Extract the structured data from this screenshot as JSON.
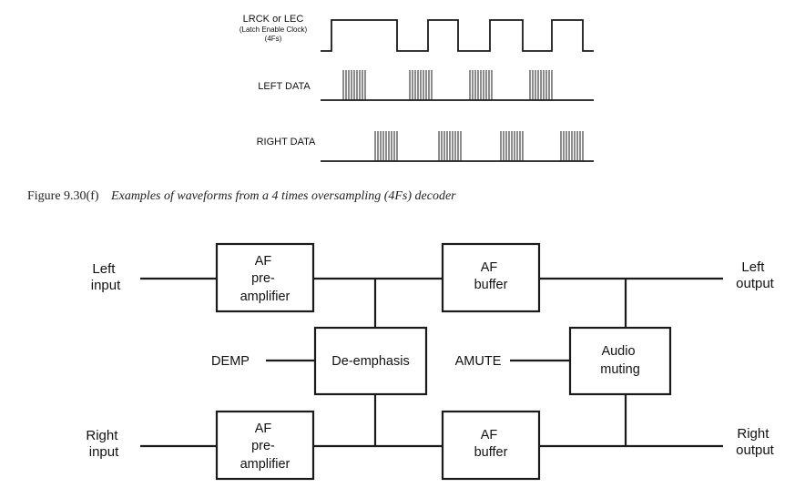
{
  "waveforms": {
    "lrck_label": "LRCK or LEC",
    "lrck_sub1": "(Latch Enable Clock)",
    "lrck_sub2": "(4Fs)",
    "left_label": "LEFT DATA",
    "right_label": "RIGHT DATA"
  },
  "caption": {
    "number": "Figure 9.30(f)",
    "text": "Examples of waveforms from a 4 times oversampling (4Fs) decoder"
  },
  "blocks": {
    "af_preamp_top": [
      "AF",
      "pre-",
      "amplifier"
    ],
    "af_buffer_top": [
      "AF",
      "buffer"
    ],
    "de_emphasis": "De-emphasis",
    "audio_muting": [
      "Audio",
      "muting"
    ],
    "af_preamp_bottom": [
      "AF",
      "pre-",
      "amplifier"
    ],
    "af_buffer_bottom": [
      "AF",
      "buffer"
    ]
  },
  "io": {
    "left_input": [
      "Left",
      "input"
    ],
    "right_input": [
      "Right",
      "input"
    ],
    "left_output": [
      "Left",
      "output"
    ],
    "right_output": [
      "Right",
      "output"
    ]
  },
  "controls": {
    "demp": "DEMP",
    "amute": "AMUTE"
  },
  "colors": {
    "ink": "#1a1a1a",
    "paper": "#ffffff"
  }
}
